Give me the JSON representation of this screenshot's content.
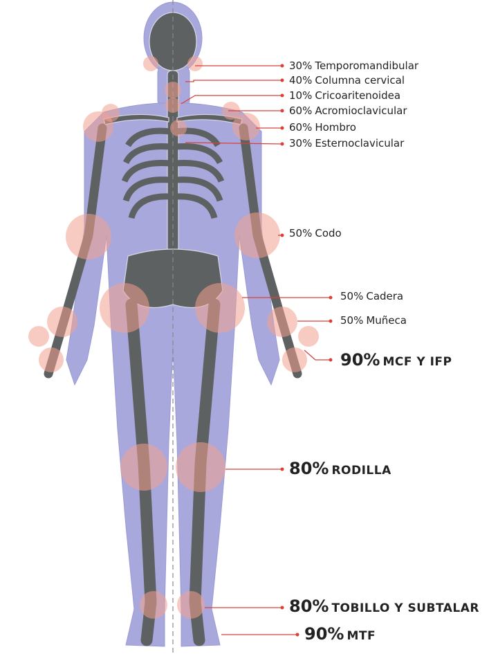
{
  "colors": {
    "silhouette": "#a8a8dc",
    "bone": "#5e6161",
    "bone_outline": "#d8d8e8",
    "joint_highlight": "#f2a090",
    "leader_line": "#d9403a",
    "text": "#222222"
  },
  "labels": [
    {
      "id": "temporomandibular",
      "percent": "30%",
      "name": "Temporomandibular"
    },
    {
      "id": "cervical",
      "percent": "40%",
      "name": "Columna cervical"
    },
    {
      "id": "cricoaritenoidea",
      "percent": "10%",
      "name": "Cricoaritenoidea"
    },
    {
      "id": "acromioclavicular",
      "percent": "60%",
      "name": "Acromioclavicular"
    },
    {
      "id": "hombro",
      "percent": "60%",
      "name": "Hombro"
    },
    {
      "id": "esternoclavicular",
      "percent": "30%",
      "name": "Esternoclavicular"
    },
    {
      "id": "codo",
      "percent": "50%",
      "name": "Codo"
    },
    {
      "id": "cadera",
      "percent": "50%",
      "name": "Cadera"
    },
    {
      "id": "muneca",
      "percent": "50%",
      "name": "Muñeca"
    },
    {
      "id": "mcf",
      "percent": "90%",
      "name": "MCF Y IFP"
    },
    {
      "id": "rodilla",
      "percent": "80%",
      "name": "RODILLA"
    },
    {
      "id": "tobillo",
      "percent": "80%",
      "name": "TOBILLO Y SUBTALAR"
    },
    {
      "id": "mtf",
      "percent": "90%",
      "name": "MTF"
    }
  ]
}
